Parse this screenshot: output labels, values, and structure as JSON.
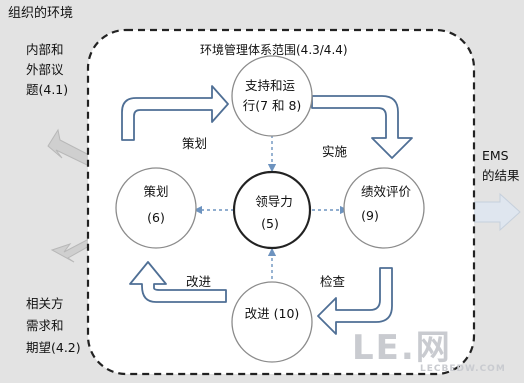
{
  "title": "组织的环境",
  "scope_title": "环境管理体系范围(4.3/4.4)",
  "inputs": {
    "internal_external": [
      "内部和",
      "外部议",
      "题(4.1)"
    ],
    "interested_parties": [
      "相关方",
      "需求和",
      "期望(4.2)"
    ]
  },
  "output": [
    "EMS",
    "的结果"
  ],
  "nodes": {
    "support": [
      "支持和运",
      "行(7 和 8)"
    ],
    "planning": [
      "策划",
      "(6)"
    ],
    "leadership": [
      "领导力",
      "(5)"
    ],
    "evaluation": [
      "绩效评价",
      "(9)"
    ],
    "improvement": [
      "改进 (10)"
    ]
  },
  "arrow_labels": {
    "plan": "策划",
    "do": "实施",
    "check": "检查",
    "act": "改进"
  },
  "watermark": {
    "logo": "LE.网",
    "url": "LECBEDW.COM"
  },
  "colors": {
    "arrow_outline": "#4f6f95",
    "arrow_fill": "#ffffff",
    "leader_circle": "#222222",
    "circle": "#8c8c8c",
    "dashed_link": "#6d93bf",
    "dashed_border": "#222222",
    "grey_arrow": "#c9c9c9"
  }
}
